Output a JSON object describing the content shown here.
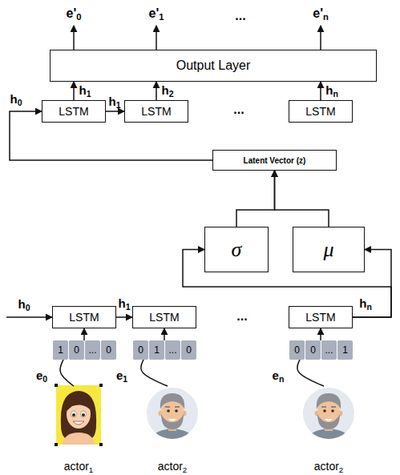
{
  "diagram": {
    "nodes": [
      {
        "text": [
          "Output Layer"
        ]
      },
      {
        "text": [
          "LSTM"
        ]
      },
      {
        "text": [
          "LSTM"
        ]
      },
      {
        "text": [
          "LSTM"
        ]
      },
      {
        "text": [
          "Latent Vector (z)"
        ]
      },
      {
        "text": [
          "σ"
        ]
      },
      {
        "text": [
          "μ"
        ]
      },
      {
        "text": [
          "LSTM"
        ]
      },
      {
        "text": [
          "LSTM"
        ]
      },
      {
        "text": [
          "LSTM"
        ]
      },
      {
        "text": [
          "1",
          "0",
          "...",
          "0"
        ]
      },
      {
        "text": [
          "0",
          "1",
          "...",
          "0"
        ]
      },
      {
        "text": [
          "0",
          "0",
          "...",
          "1"
        ]
      },
      {
        "text": [
          "actor1"
        ]
      },
      {
        "text": [
          "actor2"
        ]
      },
      {
        "text": [
          "actor2"
        ]
      }
    ],
    "edges": [
      {
        "from": 4,
        "to": 1,
        "arrow": "to",
        "label": "h0"
      },
      {
        "from": 1,
        "to": 2,
        "arrow": "to",
        "label": "h1"
      },
      {
        "from": 1,
        "to": 0,
        "arrow": "to",
        "label": "h1"
      },
      {
        "from": 2,
        "to": 0,
        "arrow": "to",
        "label": "h2"
      },
      {
        "from": 3,
        "to": 0,
        "arrow": "to",
        "label": "hn"
      },
      {
        "from": 5,
        "to": 4,
        "arrow": "to"
      },
      {
        "from": 6,
        "to": 4,
        "arrow": "to"
      },
      {
        "from": 7,
        "to": 8,
        "arrow": "to",
        "label": "h1"
      },
      {
        "from": 9,
        "to": 6,
        "arrow": "to",
        "label": "hn"
      },
      {
        "from": 9,
        "to": 5,
        "arrow": "to"
      },
      {
        "from": 10,
        "to": 7,
        "arrow": "to"
      },
      {
        "from": 11,
        "to": 8,
        "arrow": "to"
      },
      {
        "from": 12,
        "to": 9,
        "arrow": "to"
      },
      {
        "from": 13,
        "to": 10,
        "arrow": "none",
        "label": "e0"
      },
      {
        "from": 14,
        "to": 11,
        "arrow": "none",
        "label": "e1"
      },
      {
        "from": 15,
        "to": 12,
        "arrow": "none",
        "label": "en"
      }
    ],
    "labels": [
      "e'0",
      "e'1",
      "...",
      "e'n",
      "...",
      "h0",
      "..."
    ]
  }
}
